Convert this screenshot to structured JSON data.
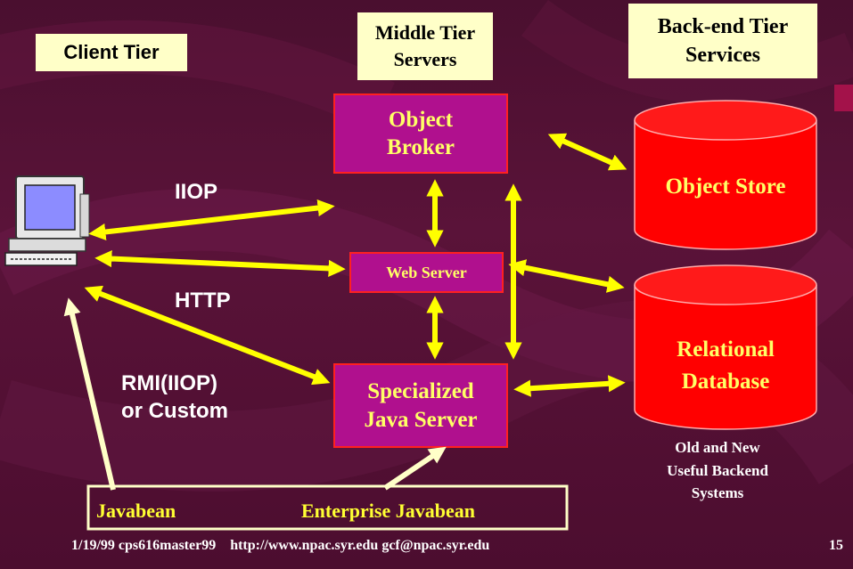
{
  "title_boxes": {
    "client_tier": "Client Tier",
    "middle_tier_line1": "Middle Tier",
    "middle_tier_line2": "Servers",
    "backend_tier_line1": "Back-end Tier",
    "backend_tier_line2": "Services"
  },
  "servers": {
    "object_broker_line1": "Object",
    "object_broker_line2": "Broker",
    "web_server": "Web Server",
    "specialized_line1": "Specialized",
    "specialized_line2": "Java Server"
  },
  "databases": {
    "object_store": "Object Store",
    "relational_line1": "Relational",
    "relational_line2": "Database"
  },
  "protocols": {
    "iiop": "IIOP",
    "http": "HTTP",
    "rmi_line1": "RMI(IIOP)",
    "rmi_line2": "or Custom"
  },
  "backend_note": {
    "line1": "Old and New",
    "line2": "Useful Backend",
    "line3": "Systems"
  },
  "javabeans": {
    "javabean": "Javabean",
    "enterprise": "Enterprise Javabean"
  },
  "footer": {
    "text": "1/19/99 cps616master99    http://www.npac.syr.edu gcf@npac.syr.edu",
    "page_number": "15"
  },
  "colors": {
    "background": "#521136",
    "server_fill": "#b0108e",
    "server_border": "#ff2020",
    "server_text": "#ffff66",
    "database_fill": "#ff0000",
    "arrow": "#ffff00",
    "cream_arrow": "#ffffc8",
    "label_box": "#ffffc8"
  }
}
